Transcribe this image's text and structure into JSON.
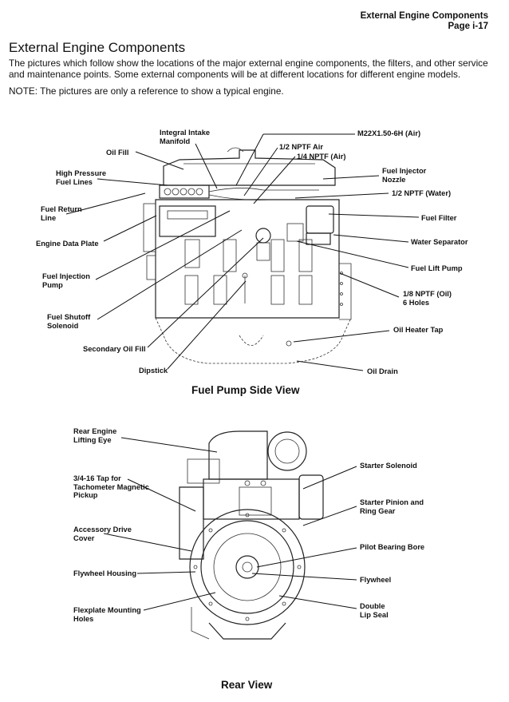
{
  "header": {
    "section": "External Engine Components",
    "page": "Page i-17"
  },
  "title": "External Engine Components",
  "intro": "The pictures which follow show the locations of the major external engine components, the filters, and other service and maintenance points. Some external components will be at different locations for different engine models.",
  "note": "NOTE: The pictures are only a reference to show a typical engine.",
  "side_view": {
    "caption": "Fuel Pump Side View",
    "labels": {
      "integral_intake_manifold": "Integral Intake\nManifold",
      "oil_fill": "Oil Fill",
      "m22_air": "M22X1.50-6H (Air)",
      "npt_half_air": "1/2 NPTF Air",
      "npt_quarter_air": "1/4 NPTF (Air)",
      "high_pressure_fuel_lines": "High Pressure\nFuel Lines",
      "fuel_injector_nozzle": "Fuel Injector\nNozzle",
      "npt_half_water": "1/2 NPTF (Water)",
      "fuel_return_line": "Fuel Return\nLine",
      "fuel_filter": "Fuel Filter",
      "engine_data_plate": "Engine Data Plate",
      "water_separator": "Water Separator",
      "fuel_injection_pump": "Fuel Injection\nPump",
      "fuel_lift_pump": "Fuel Lift Pump",
      "npt_eighth_oil": "1/8 NPTF (Oil)\n6 Holes",
      "fuel_shutoff_solenoid": "Fuel Shutoff\nSolenoid",
      "oil_heater_tap": "Oil Heater Tap",
      "secondary_oil_fill": "Secondary Oil Fill",
      "dipstick": "Dipstick",
      "oil_drain": "Oil Drain"
    }
  },
  "rear_view": {
    "caption": "Rear View",
    "labels": {
      "rear_engine_lifting_eye": "Rear Engine\nLifting Eye",
      "starter_solenoid": "Starter Solenoid",
      "tach_tap": "3/4-16 Tap for\nTachometer Magnetic\nPickup",
      "starter_pinion": "Starter Pinion and\nRing Gear",
      "accessory_drive_cover": "Accessory Drive\nCover",
      "pilot_bearing_bore": "Pilot Bearing Bore",
      "flywheel_housing": "Flywheel Housing",
      "flywheel": "Flywheel",
      "flexplate_mounting_holes": "Flexplate Mounting\nHoles",
      "double_lip_seal": "Double\nLip Seal"
    }
  }
}
